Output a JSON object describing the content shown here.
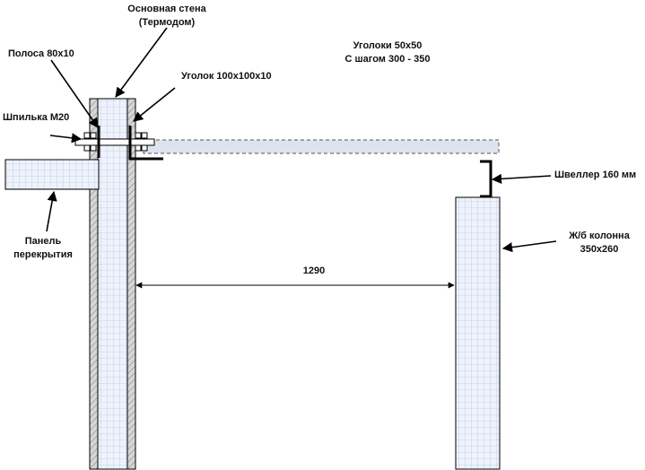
{
  "labels": {
    "main_wall_line1": "Основная стена",
    "main_wall_line2": "(Термодом)",
    "strip": "Полоса 80х10",
    "angle_large": "Уголок 100х100х10",
    "angles_small_line1": "Уголоки 50х50",
    "angles_small_line2": "С шагом 300 - 350",
    "stud": "Шпилька М20",
    "channel": "Швеллер 160 мм",
    "column_line1": "Ж/б колонна",
    "column_line2": "350х260",
    "slab_line1": "Панель",
    "slab_line2": "перекрытия",
    "dimension": "1290"
  },
  "colors": {
    "grid_fill": "#eef2fb",
    "grid_line": "#a9b9d6",
    "hatch_fill": "#d6d6d6",
    "beam_fill": "#dde4f0",
    "ink": "#000000"
  }
}
